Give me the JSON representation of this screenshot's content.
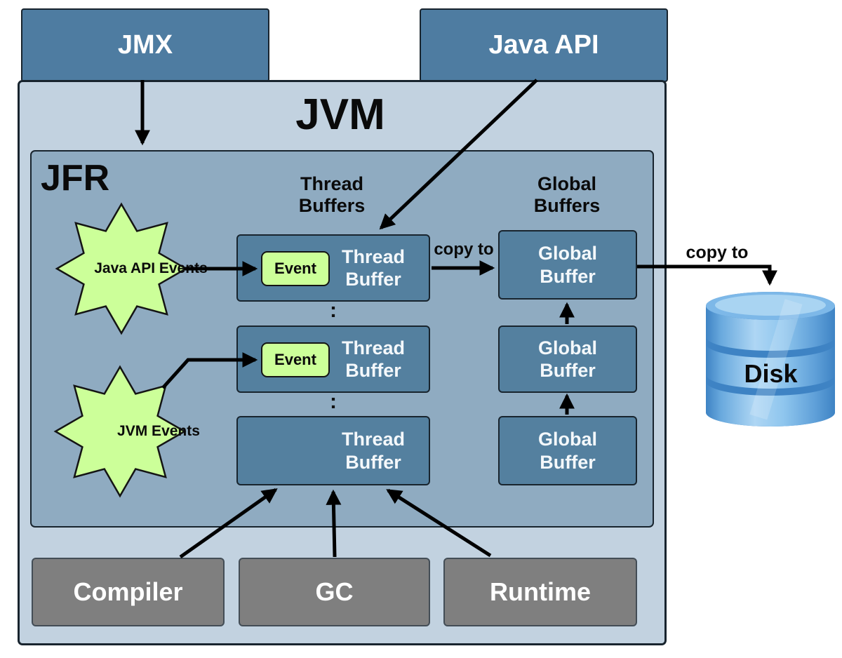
{
  "diagram_title": "JFR / JVM event buffering architecture",
  "labels": {
    "jmx": "JMX",
    "java_api": "Java API",
    "jvm": "JVM",
    "jfr": "JFR",
    "thread_buffers_heading": "Thread Buffers",
    "global_buffers_heading": "Global Buffers",
    "thread_buffer": "Thread Buffer",
    "global_buffer": "Global Buffer",
    "event": "Event",
    "java_api_events": "Java API Events",
    "jvm_events": "JVM Events",
    "copy_to": "copy to",
    "disk": "Disk",
    "compiler": "Compiler",
    "gc": "GC",
    "runtime": "Runtime",
    "ellipsis": ":"
  },
  "colors": {
    "header_box": "#4e7ca1",
    "jvm_container": "#c2d2e0",
    "jfr_container": "#8fabc1",
    "buffer_box": "#54809f",
    "event_green": "#ccff99",
    "subsystem_gray": "#7f7f7f",
    "disk_blue": "#7db8e8",
    "arrow": "#000000"
  }
}
